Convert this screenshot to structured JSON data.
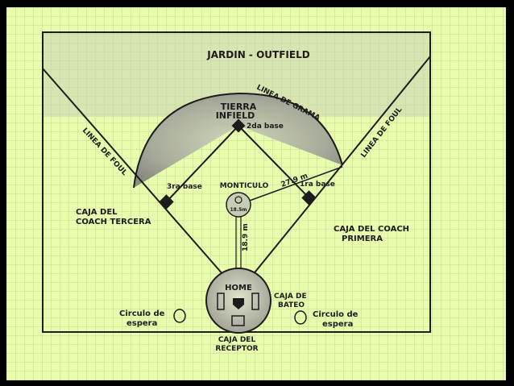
{
  "labels": {
    "outfield": "JARDIN - OUTFIELD",
    "infield_1": "TIERRA",
    "infield_2": "INFIELD",
    "grass_line": "LINEA DE GRAMA",
    "foul_left": "LINEA DE FOUL",
    "foul_right": "LINEA DE FOUL",
    "second_base": "2da base",
    "third_base": "3ra base",
    "first_base": "1ra base",
    "mound": "MONTICULO",
    "mound_dist": "18.5m",
    "base_dist": "27.9 m",
    "home_dist": "18.9 m",
    "coach_third_1": "CAJA DEL",
    "coach_third_2": "COACH TERCERA",
    "coach_first_1": "CAJA DEL COACH",
    "coach_first_2": "PRIMERA",
    "home": "HOME",
    "batter_box_1": "CAJA DE",
    "batter_box_2": "BATEO",
    "on_deck_left_1": "Circulo de",
    "on_deck_left_2": "espera",
    "on_deck_right_1": "Circulo de",
    "on_deck_right_2": "espera",
    "catcher_box_1": "CAJA DEL",
    "catcher_box_2": "RECEPTOR"
  },
  "colors": {
    "paper": "#e8fcae",
    "grid": "#b9cf8a",
    "ink": "#1c1c1c",
    "dirt": "#8f8f88"
  }
}
